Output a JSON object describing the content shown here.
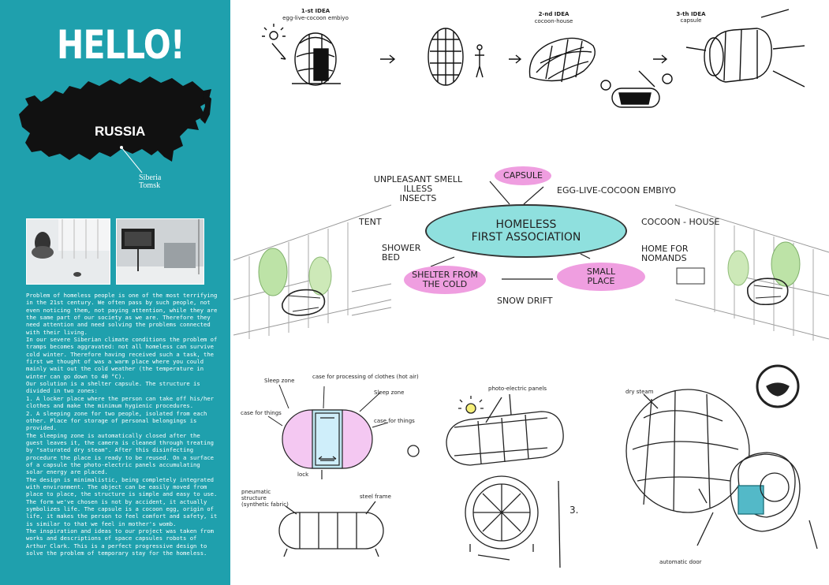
{
  "left": {
    "hello": "HELLO!",
    "map_label": "RUSSIA",
    "city_lines": [
      "Siberia",
      "Tomsk"
    ],
    "description": [
      "Problem of homeless people is one of the most terrifying in the 21st century. We often pass by such people, not even noticing them, not paying attention, while they are the same part of our society as we are. Therefore they need attention and need solving the problems connected with their living.",
      "In our severe Siberian climate conditions the problem of tramps becomes aggravated: not all homeless can survive cold winter. Therefore having received such a task, the first we thought of was a warm place where you could mainly wait out the cold weather (the temperature in winter can go down to 40 °C).",
      "Our solution is a shelter capsule. The structure is divided in two zones:",
      "1. A locker place where the person can take off his/her clothes and make the minimum hygienic procedures.",
      "2. A sleeping zone for two people, isolated from each other. Place for storage of personal belongings is provided.",
      "The sleeping zone is automatically closed after the guest leaves it, the camera is cleaned through treating by \"saturated dry steam\". After this disinfecting procedure the place is ready to be reused. On a surface of a capsule the photo-electric panels accumulating solar energy are placed.",
      "The design is minimalistic, being completely integrated with environment. The object can be easily moved from place to place, the structure is simple and easy to use.",
      "The form we've chosen is not by accident, it actually symbolizes life. The capsule is a cocoon egg, origin of life, it makes the person to feel comfort and safety, it is similar to that we feel in mother's womb.",
      "The inspiration and ideas to our project was taken from works and descriptions of space capsules robots of Arthur Clark. This is a perfect progressive design to solve the problem of temporary stay for the homeless."
    ]
  },
  "ideas": [
    {
      "title": "1-st IDEA",
      "sub": "egg-live-cocoon embiyo"
    },
    {
      "title": "2-nd IDEA",
      "sub": "cocoon-house"
    },
    {
      "title": "3-th IDEA",
      "sub": "capsule"
    }
  ],
  "mindmap": {
    "center": [
      "HOMELESS",
      "FIRST ASSOCIATION"
    ],
    "capsule": "CAPSULE",
    "shelter": [
      "SHELTER FROM",
      "THE COLD"
    ],
    "small_place": [
      "SMALL",
      "PLACE"
    ],
    "unpleasant": [
      "UNPLEASANT  SMELL",
      "ILLESS",
      "INSECTS"
    ],
    "egg": "EGG-LIVE-COCOON EMBIYO",
    "tent": "TENT",
    "cocoon_house": "COCOON - HOUSE",
    "shower": [
      "SHOWER",
      "BED"
    ],
    "home_nomands": [
      "HOME FOR",
      "NOMANDS"
    ],
    "snow": "SNOW DRIFT"
  },
  "labels": {
    "sleep_zone_1": "Sleep zone",
    "case_processing": "case for processing of clothes (hot air)",
    "sleep_zone_2": "Sleep zone",
    "case_things_1": "case for things",
    "case_things_2": "case for things",
    "lock": "lock",
    "pneumatic": [
      "pneumatic",
      "structure",
      "(synthetic fabric)"
    ],
    "steel_frame": "steel frame",
    "photo_panels": "photo-electric panels",
    "dry_steam": "dry steam",
    "automatic_door": "automatic door",
    "sketch_num": "3."
  },
  "colors": {
    "teal": "#1fa0ad",
    "ellipse_teal": "#8fe0de",
    "pink": "#ef9ee0"
  }
}
